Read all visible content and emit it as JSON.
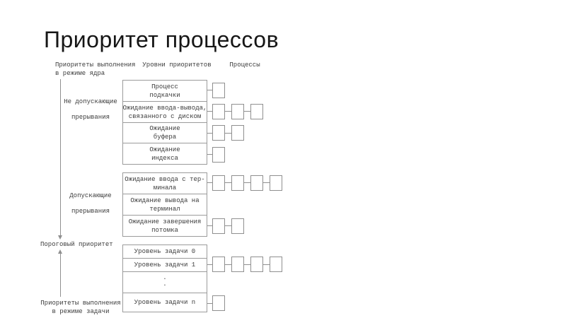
{
  "slide": {
    "title": "Приоритет процессов"
  },
  "column_headers": {
    "kernel_mode": [
      "Приоритеты выполнения",
      "в режиме ядра"
    ],
    "priority_levels": "Уровни приоритетов",
    "processes": "Процессы"
  },
  "left_labels": {
    "non_interruptible": [
      "Не допускающие",
      "прерывания"
    ],
    "interruptible": [
      "Допускающие",
      "прерывания"
    ],
    "threshold": "Пороговый приоритет",
    "task_mode": [
      "Приоритеты выполнения",
      "в режиме задачи"
    ]
  },
  "level_groups": [
    {
      "name": "kernel-non-interruptible",
      "levels": [
        {
          "lines": [
            "Процесс",
            "подкачки"
          ],
          "processes": 1
        },
        {
          "lines": [
            "Ожидание ввода-вывода,",
            "связанного с диском"
          ],
          "processes": 3
        },
        {
          "lines": [
            "Ожидание",
            "буфера"
          ],
          "processes": 2
        },
        {
          "lines": [
            "Ожидание",
            "индекса"
          ],
          "processes": 1
        }
      ]
    },
    {
      "name": "kernel-interruptible",
      "levels": [
        {
          "lines": [
            "Ожидание ввода с тер-",
            "минала"
          ],
          "processes": 4
        },
        {
          "lines": [
            "Ожидание вывода на",
            "терминал"
          ],
          "processes": 0
        },
        {
          "lines": [
            "Ожидание завершения",
            "потомка"
          ],
          "processes": 2
        }
      ]
    },
    {
      "name": "task-levels",
      "levels": [
        {
          "lines": [
            "Уровень задачи 0"
          ],
          "processes": 0
        },
        {
          "lines": [
            "Уровень задачи 1"
          ],
          "processes": 4
        },
        {
          "lines": [
            "·",
            "·"
          ],
          "processes": 0
        },
        {
          "lines": [
            "Уровень задачи n"
          ],
          "processes": 1
        }
      ]
    }
  ],
  "colors": {
    "background": "#ffffff",
    "title_text": "#161616",
    "diagram_text": "#3d3d3d",
    "border": "#9b9b9b"
  }
}
